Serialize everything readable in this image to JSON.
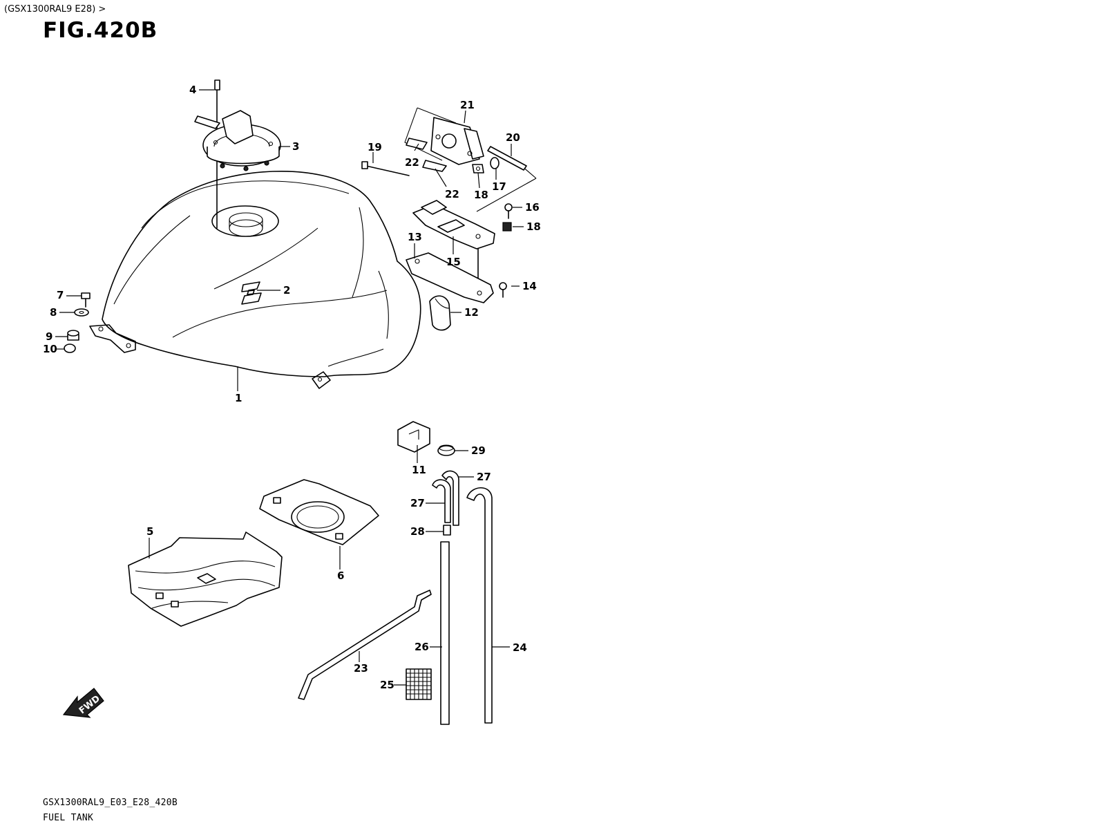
{
  "breadcrumb": "(GSX1300RAL9 E28) >",
  "figure_title": "FIG.420B",
  "diagram_code": "GSX1300RAL9_E03_E28_420B",
  "diagram_name": "FUEL TANK",
  "fwd_label": "FWD",
  "callouts": {
    "p1": "1",
    "p2": "2",
    "p3": "3",
    "p4": "4",
    "p5": "5",
    "p6": "6",
    "p7": "7",
    "p8": "8",
    "p9": "9",
    "p10": "10",
    "p11": "11",
    "p12": "12",
    "p13": "13",
    "p14": "14",
    "p15": "15",
    "p16": "16",
    "p17": "17",
    "p18a": "18",
    "p18b": "18",
    "p19": "19",
    "p20": "20",
    "p21": "21",
    "p22a": "22",
    "p22b": "22",
    "p23": "23",
    "p24": "24",
    "p25": "25",
    "p26": "26",
    "p27a": "27",
    "p27b": "27",
    "p28": "28",
    "p29": "29"
  }
}
